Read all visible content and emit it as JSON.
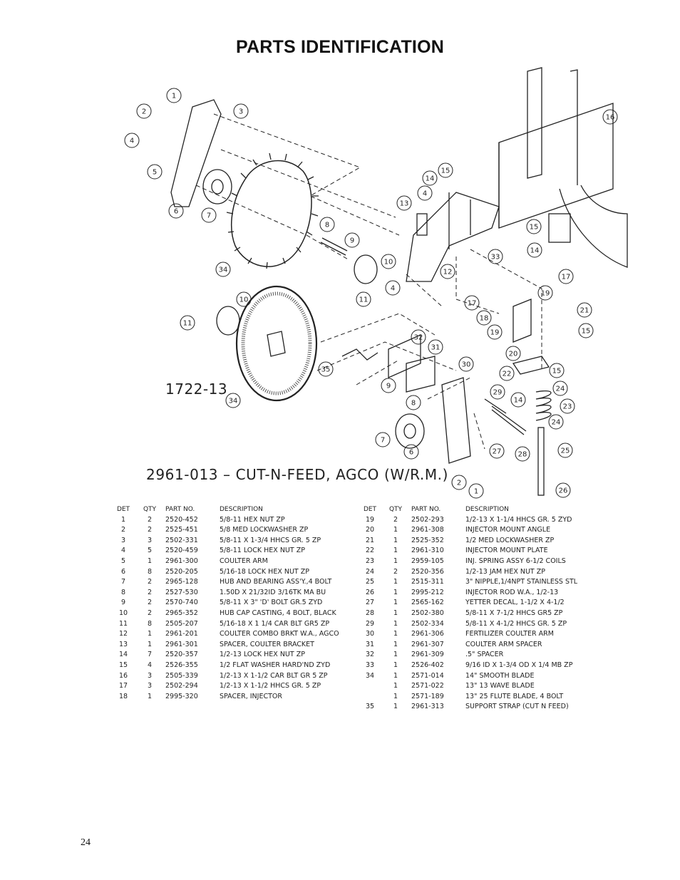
{
  "page_title": "PARTS IDENTIFICATION",
  "diagram_id": "1722-13",
  "assembly_title": "2961-013 – CUT-N-FEED, AGCO (W/R.M.)",
  "page_number": "24",
  "columns": {
    "det": "DET",
    "qty": "QTY",
    "part_no": "PART NO.",
    "description": "DESCRIPTION"
  },
  "parts_left": [
    {
      "det": "1",
      "qty": "2",
      "part_no": "2520-452",
      "description": "5/8-11 HEX NUT ZP"
    },
    {
      "det": "2",
      "qty": "2",
      "part_no": "2525-451",
      "description": "5/8 MED LOCKWASHER ZP"
    },
    {
      "det": "3",
      "qty": "3",
      "part_no": "2502-331",
      "description": "5/8-11 X 1-3/4 HHCS GR. 5 ZP"
    },
    {
      "det": "4",
      "qty": "5",
      "part_no": "2520-459",
      "description": "5/8-11 LOCK HEX NUT  ZP"
    },
    {
      "det": "5",
      "qty": "1",
      "part_no": "2961-300",
      "description": "COULTER ARM"
    },
    {
      "det": "6",
      "qty": "8",
      "part_no": "2520-205",
      "description": "5/16-18 LOCK HEX NUT ZP"
    },
    {
      "det": "7",
      "qty": "2",
      "part_no": "2965-128",
      "description": "HUB AND BEARING ASS'Y.,4 BOLT"
    },
    {
      "det": "8",
      "qty": "2",
      "part_no": "2527-530",
      "description": "1.50D X 21/32ID 3/16TK MA BU"
    },
    {
      "det": "9",
      "qty": "2",
      "part_no": "2570-740",
      "description": "5/8-11 X 3\" 'D' BOLT GR.5 ZYD"
    },
    {
      "det": "10",
      "qty": "2",
      "part_no": "2965-352",
      "description": "HUB CAP CASTING, 4 BOLT, BLACK"
    },
    {
      "det": "11",
      "qty": "8",
      "part_no": "2505-207",
      "description": "5/16-18 X 1 1/4 CAR BLT GR5 ZP"
    },
    {
      "det": "12",
      "qty": "1",
      "part_no": "2961-201",
      "description": "COULTER COMBO BRKT W.A., AGCO"
    },
    {
      "det": "13",
      "qty": "1",
      "part_no": "2961-301",
      "description": "SPACER, COULTER BRACKET"
    },
    {
      "det": "14",
      "qty": "7",
      "part_no": "2520-357",
      "description": "1/2-13 LOCK HEX NUT ZP"
    },
    {
      "det": "15",
      "qty": "4",
      "part_no": "2526-355",
      "description": "1/2 FLAT WASHER HARD'ND ZYD"
    },
    {
      "det": "16",
      "qty": "3",
      "part_no": "2505-339",
      "description": "1/2-13 X 1-1/2 CAR BLT GR 5 ZP"
    },
    {
      "det": "17",
      "qty": "3",
      "part_no": "2502-294",
      "description": "1/2-13 X 1-1/2 HHCS GR. 5 ZP"
    },
    {
      "det": "18",
      "qty": "1",
      "part_no": "2995-320",
      "description": "SPACER, INJECTOR"
    }
  ],
  "parts_right": [
    {
      "det": "19",
      "qty": "2",
      "part_no": "2502-293",
      "description": "1/2-13 X 1-1/4 HHCS GR. 5 ZYD"
    },
    {
      "det": "20",
      "qty": "1",
      "part_no": "2961-308",
      "description": "INJECTOR MOUNT ANGLE"
    },
    {
      "det": "21",
      "qty": "1",
      "part_no": "2525-352",
      "description": "1/2 MED LOCKWASHER ZP"
    },
    {
      "det": "22",
      "qty": "1",
      "part_no": "2961-310",
      "description": "INJECTOR MOUNT PLATE"
    },
    {
      "det": "23",
      "qty": "1",
      "part_no": "2959-105",
      "description": "INJ. SPRING ASSY 6-1/2 COILS"
    },
    {
      "det": "24",
      "qty": "2",
      "part_no": "2520-356",
      "description": "1/2-13 JAM HEX NUT ZP"
    },
    {
      "det": "25",
      "qty": "1",
      "part_no": "2515-311",
      "description": "3\" NIPPLE,1/4NPT STAINLESS STL"
    },
    {
      "det": "26",
      "qty": "1",
      "part_no": "2995-212",
      "description": "INJECTOR ROD W.A., 1/2-13"
    },
    {
      "det": "27",
      "qty": "1",
      "part_no": "2565-162",
      "description": "YETTER DECAL, 1-1/2 X 4-1/2"
    },
    {
      "det": "28",
      "qty": "1",
      "part_no": "2502-380",
      "description": "5/8-11 X 7-1/2 HHCS GR5 ZP"
    },
    {
      "det": "29",
      "qty": "1",
      "part_no": "2502-334",
      "description": "5/8-11 X 4-1/2 HHCS GR. 5 ZP"
    },
    {
      "det": "30",
      "qty": "1",
      "part_no": "2961-306",
      "description": "FERTILIZER COULTER ARM"
    },
    {
      "det": "31",
      "qty": "1",
      "part_no": "2961-307",
      "description": "COULTER ARM SPACER"
    },
    {
      "det": "32",
      "qty": "1",
      "part_no": "2961-309",
      "description": ".5\" SPACER"
    },
    {
      "det": "33",
      "qty": "1",
      "part_no": "2526-402",
      "description": "9/16 ID X 1-3/4 OD X 1/4 MB ZP"
    },
    {
      "det": "34",
      "qty": "1",
      "part_no": "2571-014",
      "description": "14\" SMOOTH BLADE"
    },
    {
      "det": "",
      "qty": "1",
      "part_no": "2571-022",
      "description": "13\" 13 WAVE BLADE"
    },
    {
      "det": "",
      "qty": "1",
      "part_no": "2571-189",
      "description": "13\" 25 FLUTE BLADE, 4 BOLT"
    },
    {
      "det": "35",
      "qty": "1",
      "part_no": "2961-313",
      "description": "SUPPORT STRAP (CUT N FEED)"
    }
  ],
  "callouts": [
    "1",
    "2",
    "3",
    "4",
    "5",
    "6",
    "7",
    "34",
    "8",
    "9",
    "10",
    "11",
    "4",
    "12",
    "13",
    "4",
    "14",
    "15",
    "15",
    "14",
    "33",
    "16",
    "17",
    "19",
    "21",
    "15",
    "17",
    "18",
    "19",
    "20",
    "22",
    "15",
    "14",
    "24",
    "23",
    "24",
    "25",
    "26",
    "10",
    "11",
    "35",
    "32",
    "31",
    "30",
    "9",
    "8",
    "7",
    "6",
    "27",
    "28",
    "29",
    "2",
    "1",
    "34"
  ]
}
